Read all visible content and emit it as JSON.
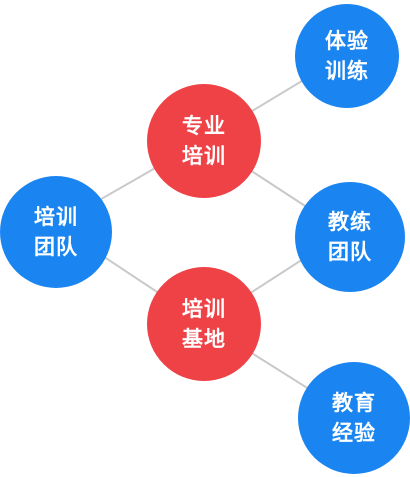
{
  "colors": {
    "blue": "#1a85f0",
    "red": "#ee4247",
    "line": "#c9c9c9"
  },
  "nodes": {
    "tiyan_xunlian": {
      "line1": "体验",
      "line2": "训练"
    },
    "zhuanye_peixun": {
      "line1": "专业",
      "line2": "培训"
    },
    "peixun_tuandui": {
      "line1": "培训",
      "line2": "团队"
    },
    "jiaolian_tuandui": {
      "line1": "教练",
      "line2": "团队"
    },
    "peixun_jidi": {
      "line1": "培训",
      "line2": "基地"
    },
    "jiaoyu_jingyan": {
      "line1": "教育",
      "line2": "经验"
    }
  }
}
